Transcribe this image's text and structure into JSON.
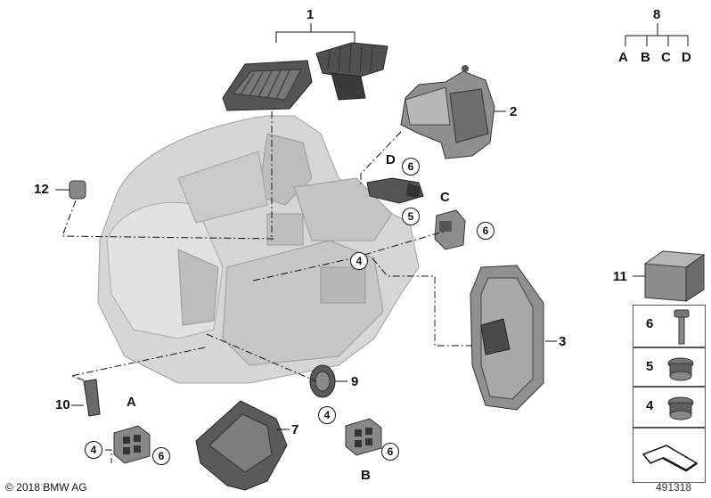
{
  "labels": {
    "l1": "1",
    "l2": "2",
    "l3": "3",
    "l7": "7",
    "l8": "8",
    "l9": "9",
    "l10": "10",
    "l11": "11",
    "l12": "12",
    "tree_a": "A",
    "tree_b": "B",
    "tree_c": "C",
    "tree_d": "D",
    "conn_d": "D",
    "conn_c": "C",
    "conn_a": "A",
    "conn_b": "B"
  },
  "circles": {
    "c6_top": "6",
    "c5_top": "5",
    "c6_c": "6",
    "c4_mid": "4",
    "c4_a": "4",
    "c6_a": "6",
    "c4_b": "4",
    "c6_b": "6"
  },
  "panels": {
    "p6": "6",
    "p5": "5",
    "p4": "4"
  },
  "footer": {
    "copyright": "© 2018 BMW AG",
    "diagram_number": "491318"
  },
  "colors": {
    "housing": "#d4d4d4",
    "dark_part": "#3e3e3e",
    "mid_part": "#8a8a8a",
    "line": "#111111"
  },
  "icons": {
    "hint": "arrow-hint-icon"
  }
}
